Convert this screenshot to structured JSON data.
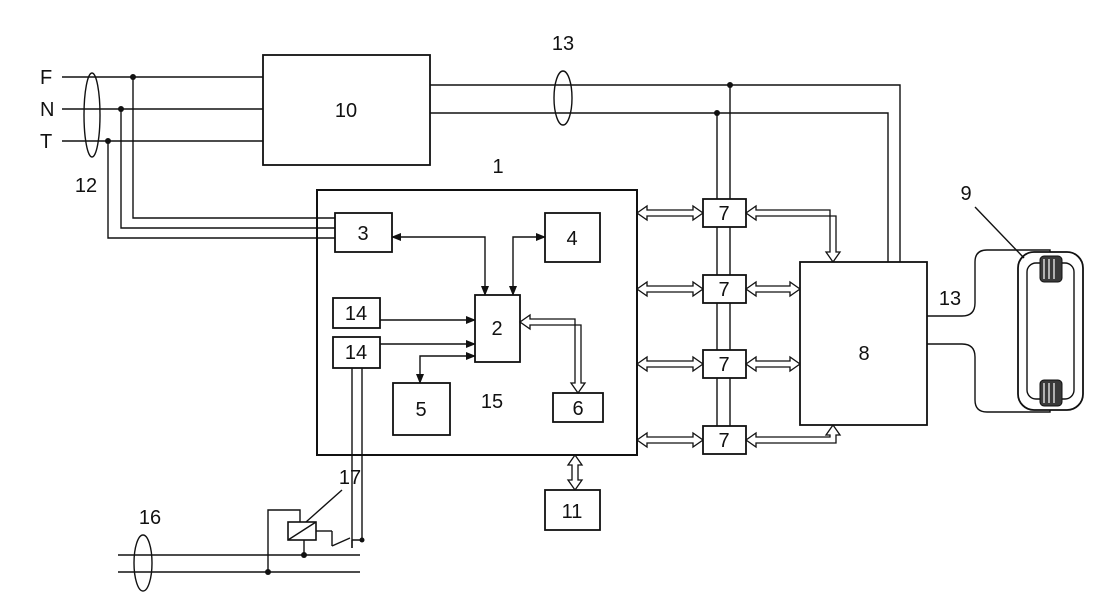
{
  "bus": {
    "f": "F",
    "n": "N",
    "t": "T"
  },
  "labels": {
    "l10": "10",
    "l13_bus": "13",
    "l12": "12",
    "l1": "1",
    "l3": "3",
    "l4": "4",
    "l2": "2",
    "l14a": "14",
    "l14b": "14",
    "l5": "5",
    "l15": "15",
    "l6": "6",
    "l7a": "7",
    "l7b": "7",
    "l7c": "7",
    "l7d": "7",
    "l8": "8",
    "l9": "9",
    "l13_out": "13",
    "l11": "11",
    "l16": "16",
    "l17": "17"
  }
}
